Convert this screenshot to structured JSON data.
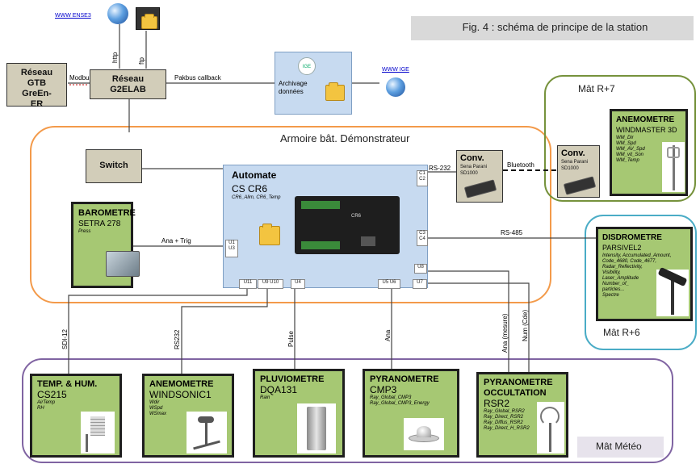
{
  "figure_caption": "Fig. 4 : schéma de principe de la station",
  "links": {
    "ense3": "WWW ENSE3",
    "ige": "WWW IGE"
  },
  "connections": {
    "http": "http",
    "ftp": "ftp",
    "modbus": "Modbus",
    "pakbus": "Pakbus callback",
    "rs232_top": "RS-232",
    "bluetooth": "Bluetooth",
    "ana_trig": "Ana + Trig",
    "rs485": "RS-485",
    "sdi12": "SDI-12",
    "rs232_bottom": "RS232",
    "pulse": "Pulse",
    "ana": "Ana",
    "ana_mesure": "Ana (mesure)",
    "num_cde": "Num (Cde)"
  },
  "networks": {
    "gtb": "Réseau GTB GreEn-ER",
    "g2elab": "Réseau G2ELAB"
  },
  "archive": {
    "logo": "IGE",
    "label": "Archivage données"
  },
  "switch": "Switch",
  "armoire_label": "Armoire bât. Démonstrateur",
  "automate": {
    "title": "Automate",
    "model": "CS CR6",
    "vars": "CR6_Alim, CR6_Temp",
    "device_label": "CR6",
    "ports": {
      "c1c2": "C1 C2",
      "u1u3": "U1 U3",
      "c3c4": "C3 C4",
      "u8": "U8",
      "u11": "U11",
      "u9u10": "U9 U10",
      "u4": "U4",
      "u5u6": "U5 U6",
      "u7": "U7"
    }
  },
  "barometre": {
    "title": "BAROMETRE",
    "model": "SETRA 278",
    "vars": "Press"
  },
  "conv": [
    {
      "title": "Conv.",
      "model": "Sena Parani SD1000"
    },
    {
      "title": "Conv.",
      "model": "Sena Parani SD1000"
    }
  ],
  "masts": {
    "r7": "Mât R+7",
    "r6": "Mât R+6",
    "meteo": "Mât Météo"
  },
  "windmaster": {
    "title": "ANEMOMETRE",
    "model": "WINDMASTER 3D",
    "vars": [
      "WM_Dir",
      "WM_Spd",
      "WM_AV_Spd",
      "WM_vit_Son",
      "WM_Temp"
    ]
  },
  "disdrometre": {
    "title": "DISDROMETRE",
    "model": "PARSIVEL2",
    "vars": [
      "Intensity, Accumulated_Amount,",
      "Code_4680, Code_4677,",
      "Radar_Reflectivity,",
      "Visibility,",
      "Laser_Amplitude",
      "Number_of_",
      "particles...",
      "Spectre"
    ]
  },
  "sensors": [
    {
      "title": "TEMP. & HUM.",
      "model": "CS215",
      "vars": [
        "AirTemp",
        "RH"
      ]
    },
    {
      "title": "ANEMOMETRE",
      "model": "WINDSONIC1",
      "vars": [
        "Wdir",
        "WSpd",
        "WSmax"
      ]
    },
    {
      "title": "PLUVIOMETRE",
      "model": "DQA131",
      "vars": [
        "Rain"
      ]
    },
    {
      "title": "PYRANOMETRE",
      "model": "CMP3",
      "vars": [
        "Ray_Global_CMP3",
        "Ray_Global_CMP3_Energy"
      ]
    },
    {
      "title": "PYRANOMETRE OCCULTATION",
      "model": "RSR2",
      "vars": [
        "Ray_Global_RSR2",
        "Ray_Direct_RSR2",
        "Ray_Diffus_RSR2",
        "Ray_Direct_H_RSR2"
      ]
    }
  ],
  "colors": {
    "armoire": "#f39a4a",
    "mast_r7": "#76923c",
    "mast_r6": "#4aacc6",
    "mast_meteo": "#8064a2",
    "sensor_green": "#a6c873",
    "gray_box": "#d2cdb9",
    "blue_panel": "#c7daf0"
  }
}
